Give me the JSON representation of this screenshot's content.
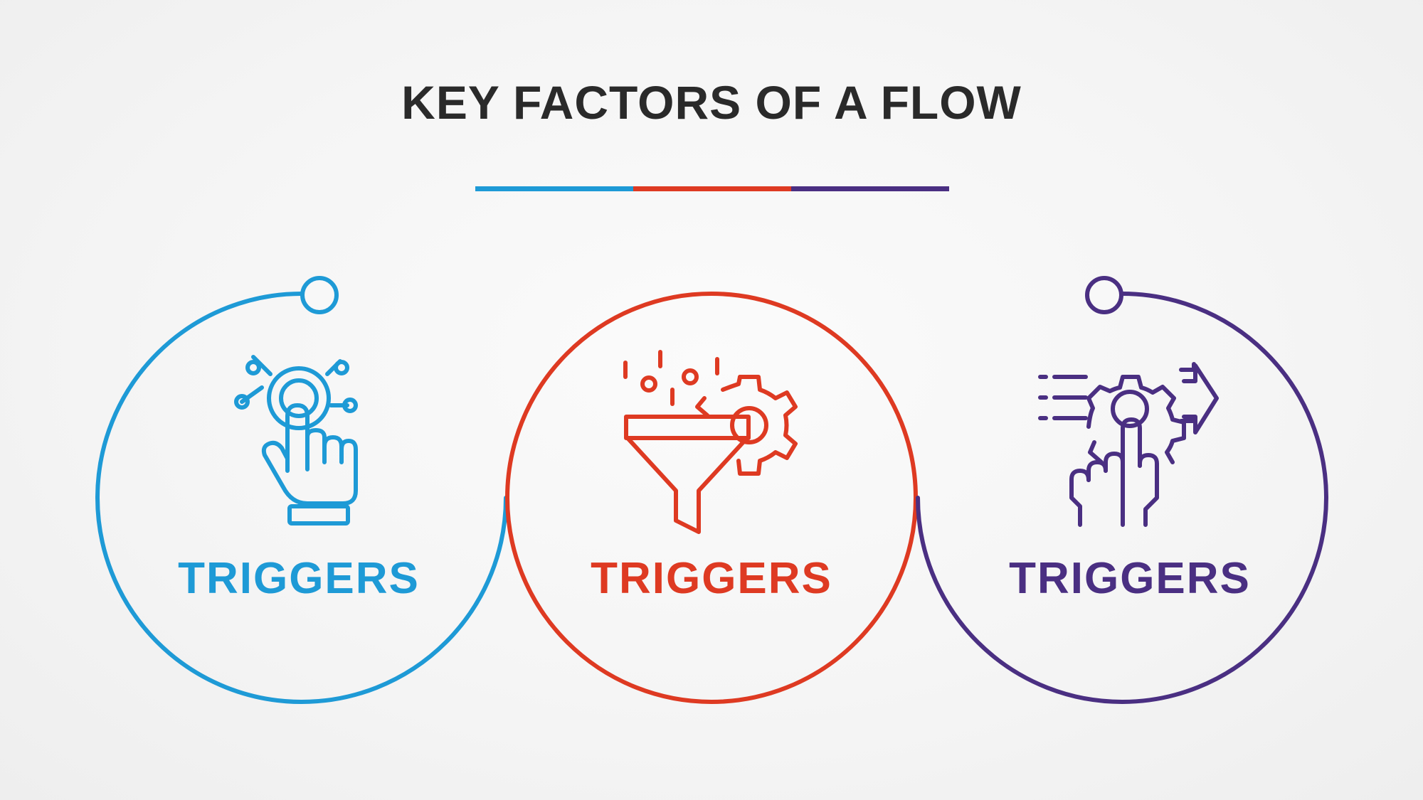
{
  "title": "KEY FACTORS OF A FLOW",
  "colors": {
    "blue": "#1e9ad6",
    "red": "#de3a22",
    "purple": "#4a2f82",
    "title": "#2a2a2a"
  },
  "items": [
    {
      "label": "TRIGGERS",
      "icon": "hand-touch-network-icon",
      "color": "#1e9ad6"
    },
    {
      "label": "TRIGGERS",
      "icon": "funnel-gear-icon",
      "color": "#de3a22"
    },
    {
      "label": "TRIGGERS",
      "icon": "hand-gear-arrow-icon",
      "color": "#4a2f82"
    }
  ]
}
